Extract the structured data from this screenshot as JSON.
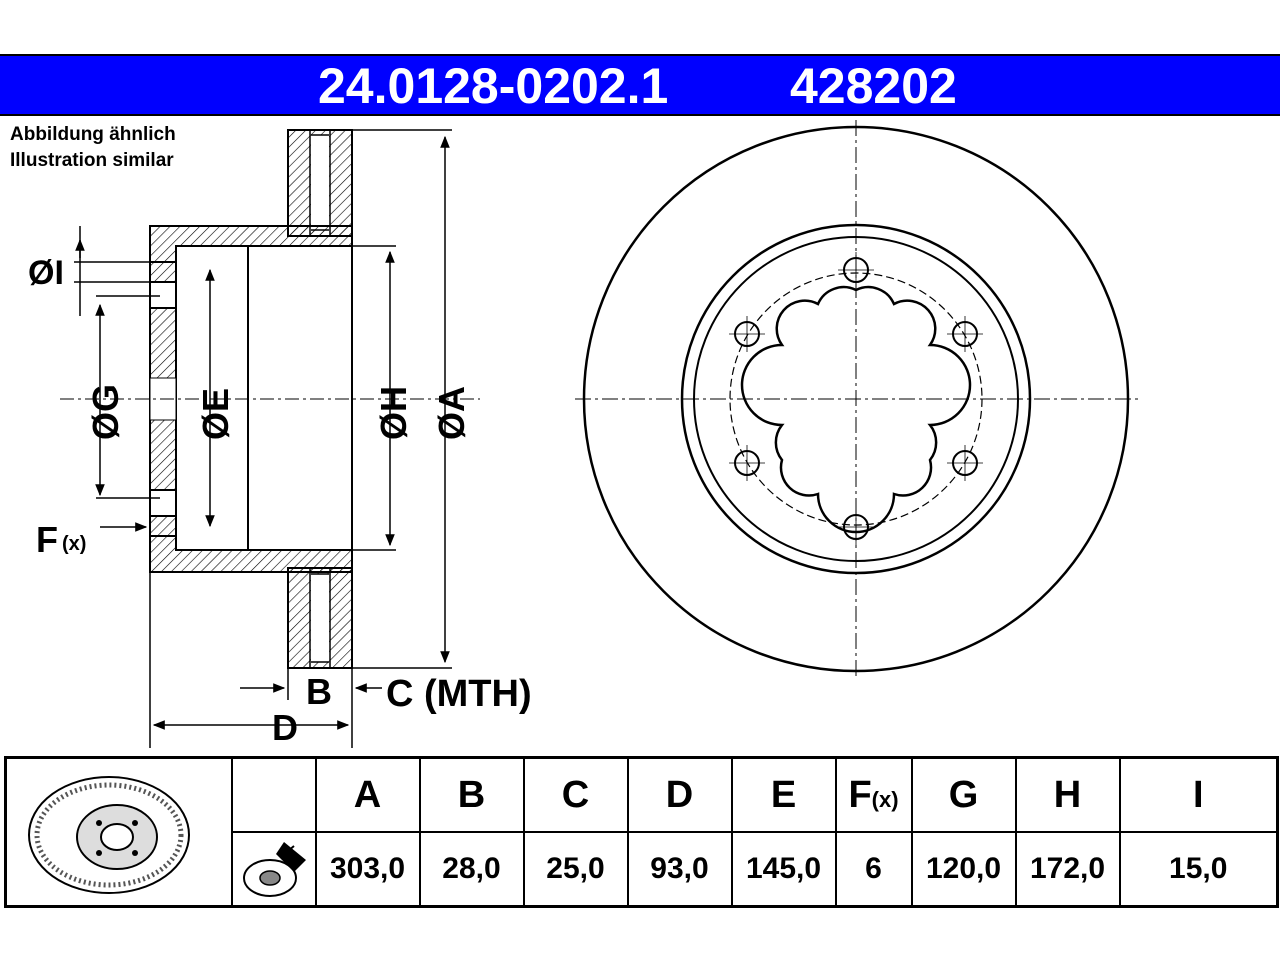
{
  "header": {
    "part_number": "24.0128-0202.1",
    "ref_number": "428202",
    "background_color": "#0000ff"
  },
  "caption": {
    "line_de": "Abbildung ähnlich",
    "line_en": "Illustration similar"
  },
  "dimension_labels": {
    "I": "ØI",
    "G": "ØG",
    "E": "ØE",
    "H": "ØH",
    "A": "ØA",
    "F": "F",
    "F_sub": "(x)",
    "B": "B",
    "C": "C (MTH)",
    "D": "D"
  },
  "table": {
    "columns": [
      {
        "key": "A",
        "label": "A",
        "value": "303,0"
      },
      {
        "key": "B",
        "label": "B",
        "value": "28,0"
      },
      {
        "key": "C",
        "label": "C",
        "value": "25,0"
      },
      {
        "key": "D",
        "label": "D",
        "value": "93,0"
      },
      {
        "key": "E",
        "label": "E",
        "value": "145,0"
      },
      {
        "key": "F",
        "label": "F",
        "label_sub": "(x)",
        "value": "6"
      },
      {
        "key": "G",
        "label": "G",
        "value": "120,0"
      },
      {
        "key": "H",
        "label": "H",
        "value": "172,0"
      },
      {
        "key": "I",
        "label": "I",
        "value": "15,0"
      }
    ]
  },
  "icons": {
    "disc_thumbnail": "brake-disc-icon",
    "torque_icon": "caliper-bolt-icon"
  }
}
